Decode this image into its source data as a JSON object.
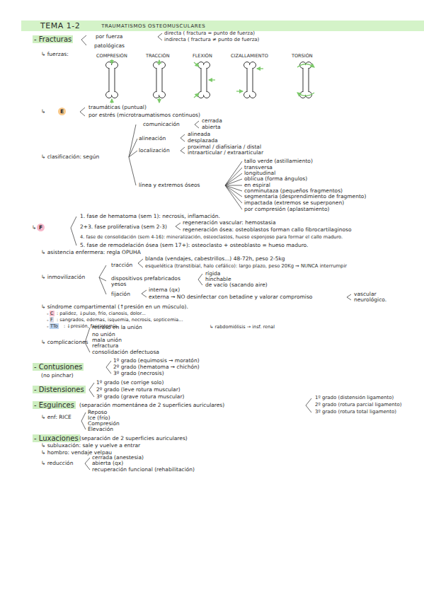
{
  "diagram": {
    "nodes": [
      {
        "text": [
          "TEMA 1-2",
          "TRAUMATISMOS OSTEOMUSCULARES"
        ]
      },
      {
        "text": [
          "- Fracturas"
        ]
      },
      {
        "text": [
          "E"
        ]
      },
      {
        "text": [
          "F"
        ]
      },
      {
        "text": [
          "C"
        ]
      },
      {
        "text": [
          "F"
        ]
      },
      {
        "text": [
          "TTo"
        ]
      },
      {
        "text": [
          "- Contusiones"
        ]
      },
      {
        "text": [
          "- Distensiones"
        ]
      },
      {
        "text": [
          "- Esguinces"
        ]
      },
      {
        "text": [
          "- Luxaciones"
        ]
      }
    ],
    "labels": [
      "por fuerza",
      "directa ( fractura = punto de fuerza)",
      "indirecta ( fractura ≠ punto de fuerza)",
      "patológicas",
      "↳ fuerzas:",
      "COMPRESIÓN",
      "TRACCIÓN",
      "FLEXIÓN",
      "CIZALLAMIENTO",
      "TORSIÓN",
      "↳",
      "traumáticas (puntual)",
      "por estrés (microtraumatismos continuos)",
      "↳ clasificación: según",
      "comunicación",
      "cerrada",
      "abierta",
      "alineación",
      "alineada",
      "desplazada",
      "proximal / diafisiaria / distal",
      "localización",
      "intraarticular / extraarticular",
      "línea y extremos óseos",
      "tallo verde (astillamiento)",
      "transversa",
      "longitudinal",
      "oblicua (forma ángulos)",
      "en espiral",
      "conminutaza (pequeños fragmentos)",
      "segmentaria (desprendimiento de fragmento)",
      "impactada (extremos se superponen)",
      "por compresión (aplastamiento)",
      "↳",
      "1. fase de hematoma (sem 1): necrosis, inflamación.",
      "2+3. fase proliferativa (sem 2-3)",
      "regeneración vascular: hemostasia",
      "regeneración ósea: osteoblastos forman callo fibrocartilaginoso",
      "4. fase de consolidación (sem 4-16): mineralización, osteoclastos, hueso esponjoso para formar el callo maduro.",
      "5. fase de remodelación ósea (sem 17+): osteoclasto + osteoblasto = hueso maduro.",
      "↳ asistencia enfermera: regla OPUHA",
      "↳ inmovilización",
      "tracción",
      "blanda (vendajes, cabestrillos...) 48-72h, peso 2-5kg",
      "esquelética (transtibial, halo cefálico): largo plazo, peso 20Kg → NUNCA interrumpir",
      "dispositivos prefabricados",
      "rígida",
      "hinchable",
      "de vacío (sacando aire)",
      "yesos",
      "fijación",
      "interna (qx)",
      "externa → NO desinfectar con betadine y valorar compromiso",
      "vascular",
      "neurológico.",
      "↳ síndrome compartimental (↑presión en un músculo).",
      "-",
      ": palidez, ↓pulso, frío, cianosis, dolor...",
      "-",
      ": sangrados, edemas, isquemia, necrosis, septicemia...",
      "-",
      ": ↓presión, fasciotomía.",
      "↳ rabdomiólisis → insf. renal",
      "↳ complicaciones",
      "retraso en la unión",
      "no unión",
      "mala unión",
      "refractura",
      "consolidación defectuosa",
      "(no pinchar)",
      "1º grado (equimosis → moratón)",
      "2º grado (hematoma → chichón)",
      "3º grado (necrosis)",
      "1º grado (se corrige solo)",
      "2º grado (leve rotura muscular)",
      "3º grado (grave rotura muscular)",
      "(separación momentánea de 2 superficies auriculares)",
      "1º grado (distensión ligamento)",
      "2º grado (rotura parcial ligamento)",
      "3º grado (rotura total ligamento)",
      "↳ enf: RICE",
      "Reposo",
      "Ice (frío)",
      "Compresión",
      "Elevación",
      "(separación de 2 superficies auriculares)",
      "↳ subluxación: sale y vuelve a entrar",
      "↳ hombro: vendaje velpau",
      "↳ reducción",
      "cerrada (anestesia)",
      "abierta (qx)",
      "recuperación funcional (rehabilitación)"
    ]
  }
}
